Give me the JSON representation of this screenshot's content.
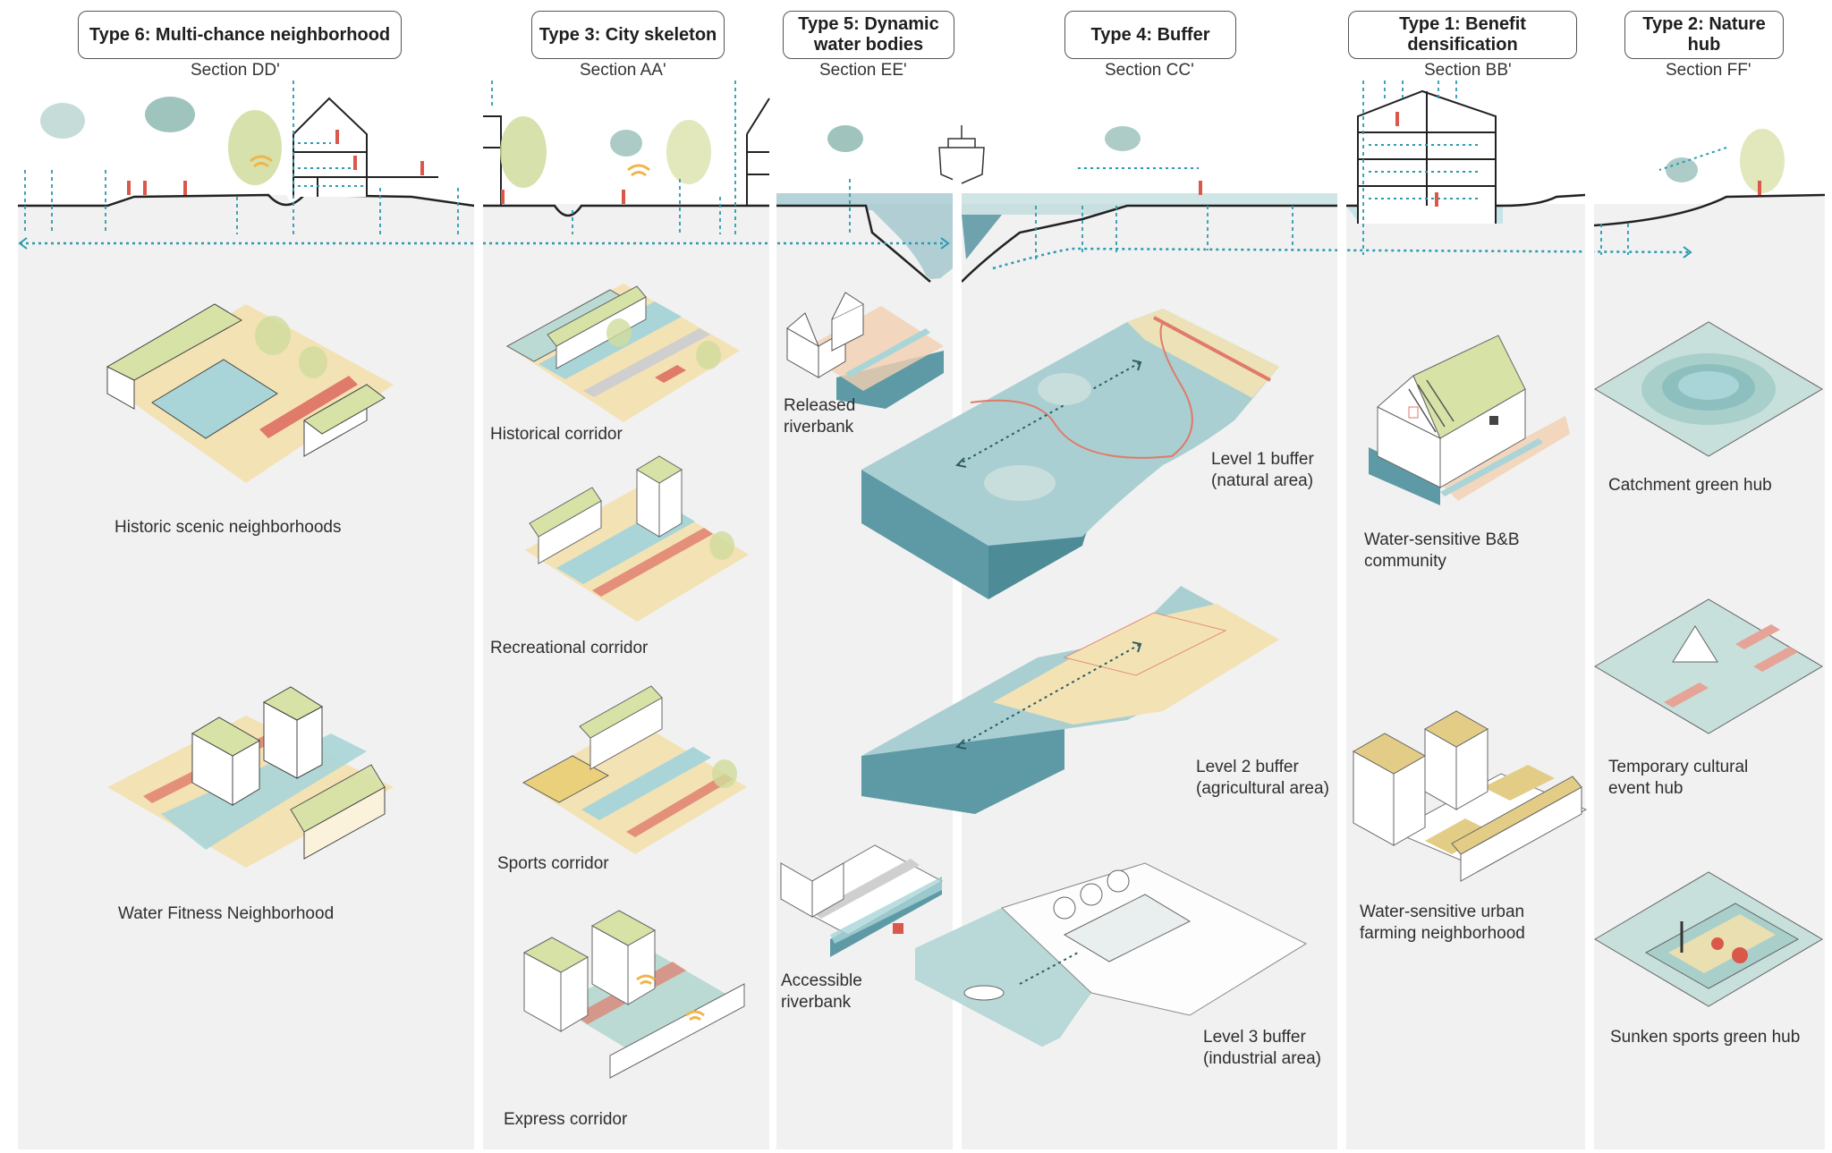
{
  "diagram": {
    "colors": {
      "panel_bg": "#f1f1f1",
      "water": "#5e9aa6",
      "water_light": "#a9cfd2",
      "vegetation": "#d6e2a6",
      "sand": "#f3e2b4",
      "path_red": "#e07a6a",
      "arrow_teal": "#2a9bb0",
      "wifi_orange": "#f0b54a"
    },
    "types": [
      {
        "id": "type6",
        "title": "Type 6: Multi-chance neighborhood",
        "section": "Section DD'",
        "cases": [
          {
            "label": "Historic scenic neighborhoods"
          },
          {
            "label": "Water Fitness Neighborhood"
          }
        ]
      },
      {
        "id": "type3",
        "title": "Type 3: City skeleton",
        "section": "Section AA'",
        "cases": [
          {
            "label": "Historical corridor"
          },
          {
            "label": "Recreational corridor"
          },
          {
            "label": "Sports corridor"
          },
          {
            "label": "Express corridor"
          }
        ]
      },
      {
        "id": "type5",
        "title": "Type 5: Dynamic\nwater bodies",
        "section": "Section EE'",
        "cases": [
          {
            "label": "Released\nriverbank"
          },
          {
            "label": "Accessible\nriverbank"
          }
        ]
      },
      {
        "id": "type4",
        "title": "Type 4: Buffer",
        "section": "Section CC'",
        "cases": [
          {
            "label": "Level 1 buffer\n(natural area)"
          },
          {
            "label": "Level 2 buffer\n(agricultural area)"
          },
          {
            "label": "Level 3 buffer\n(industrial area)"
          }
        ]
      },
      {
        "id": "type1",
        "title": "Type 1: Benefit densification",
        "section": "Section BB'",
        "cases": [
          {
            "label": "Water-sensitive B&B\ncommunity"
          },
          {
            "label": "Water-sensitive urban\nfarming neighborhood"
          }
        ]
      },
      {
        "id": "type2",
        "title": "Type 2: Nature hub",
        "section": "Section FF'",
        "cases": [
          {
            "label": "Catchment green hub"
          },
          {
            "label": "Temporary cultural\nevent hub"
          },
          {
            "label": "Sunken sports green hub"
          }
        ]
      }
    ]
  }
}
